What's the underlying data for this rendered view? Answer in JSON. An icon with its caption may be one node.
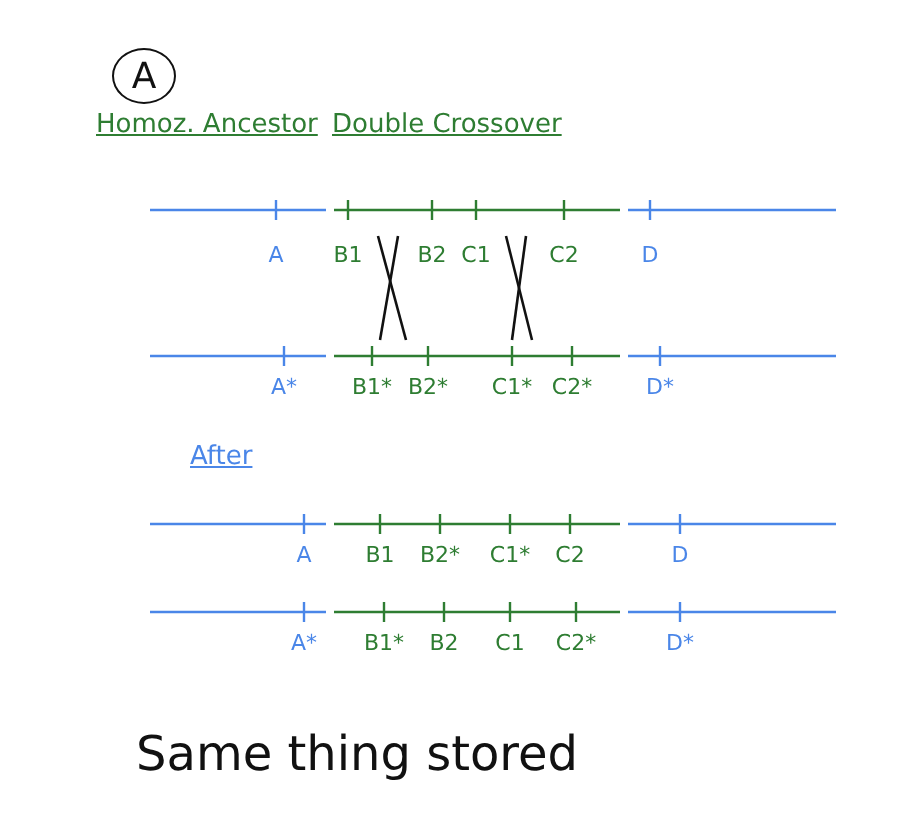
{
  "diagram": {
    "nodes": [
      {
        "text": [
          "A"
        ]
      }
    ],
    "labels": [
      "Homoz. Ancestor",
      "Double Crossover",
      "A",
      "B1",
      "B2",
      "C1",
      "C2",
      "D",
      "A*",
      "B1*",
      "B2*",
      "C1*",
      "C2*",
      "D*",
      "After",
      "A",
      "B1",
      "B2*",
      "C1*",
      "C2",
      "D",
      "A*",
      "B1*",
      "B2",
      "C1",
      "C2*",
      "D*",
      "Same thing stored"
    ]
  }
}
